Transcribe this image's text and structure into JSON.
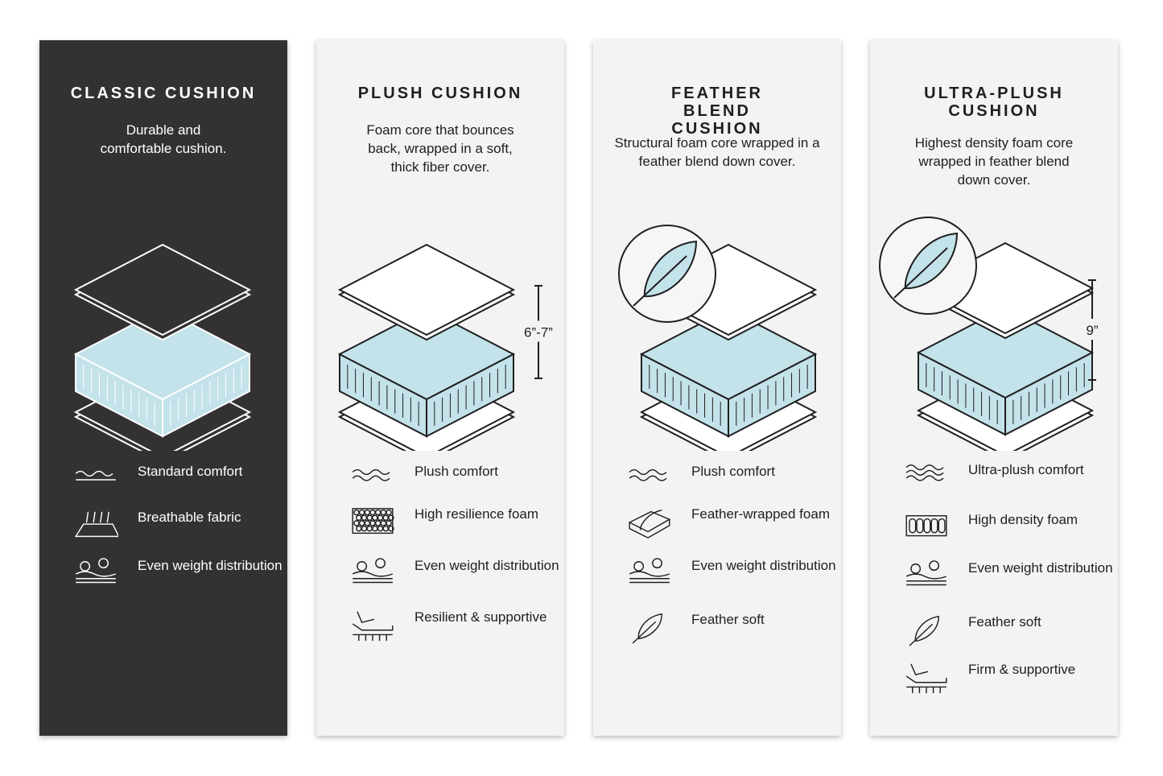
{
  "panels": [
    {
      "title": "CLASSIC CUSHION",
      "description": "Durable and comfortable cushion.",
      "features": [
        {
          "icon": "wave-single-icon",
          "label": "Standard comfort"
        },
        {
          "icon": "breathable-fabric-icon",
          "label": "Breathable fabric"
        },
        {
          "icon": "weight-distribution-icon",
          "label": "Even weight distribution"
        }
      ]
    },
    {
      "title": "PLUSH CUSHION",
      "description": "Foam core that bounces back, wrapped in a soft, thick fiber cover.",
      "height_label": "6”-7”",
      "features": [
        {
          "icon": "wave-double-icon",
          "label": "Plush comfort"
        },
        {
          "icon": "honeycomb-foam-icon",
          "label": "High resilience foam"
        },
        {
          "icon": "weight-distribution-icon",
          "label": "Even weight distribution"
        },
        {
          "icon": "resilient-support-icon",
          "label": "Resilient & supportive"
        }
      ]
    },
    {
      "title": "FEATHER BLEND CUSHION",
      "description": "Structural foam core wrapped in a feather blend down cover.",
      "features": [
        {
          "icon": "wave-double-icon",
          "label": "Plush comfort"
        },
        {
          "icon": "feather-wrapped-foam-icon",
          "label": "Feather-wrapped foam"
        },
        {
          "icon": "weight-distribution-icon",
          "label": "Even weight distribution"
        },
        {
          "icon": "feather-icon",
          "label": "Feather soft"
        }
      ]
    },
    {
      "title": "ULTRA-PLUSH CUSHION",
      "description": "Highest density foam core wrapped in feather blend down cover.",
      "height_label": "9”",
      "features": [
        {
          "icon": "wave-triple-icon",
          "label": "Ultra-plush comfort"
        },
        {
          "icon": "high-density-foam-icon",
          "label": "High density foam"
        },
        {
          "icon": "weight-distribution-icon",
          "label": "Even weight distribution"
        },
        {
          "icon": "feather-icon",
          "label": "Feather soft"
        },
        {
          "icon": "firm-support-icon",
          "label": "Firm & supportive"
        }
      ]
    }
  ],
  "colors": {
    "dark_panel": "#333132",
    "light_panel": "#f3f3f3",
    "foam_blue": "#c3e2ea",
    "line": "#1f1f1f"
  }
}
